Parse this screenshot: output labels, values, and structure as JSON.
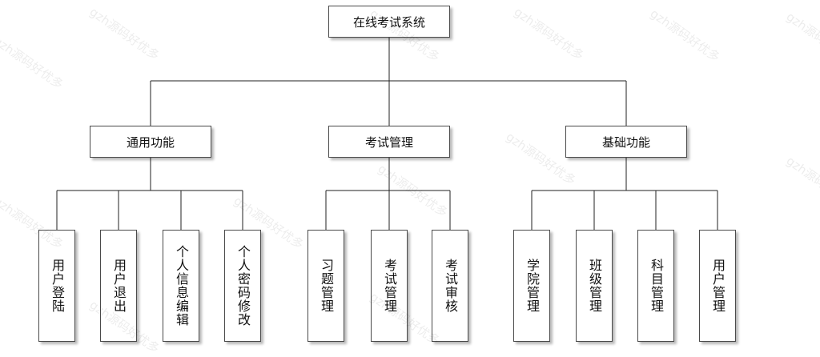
{
  "diagram": {
    "root": "在线考试系统",
    "modules": [
      {
        "label": "通用功能",
        "children": [
          "用户登陆",
          "用户退出",
          "个人信息编辑",
          "个人密码修改"
        ]
      },
      {
        "label": "考试管理",
        "children": [
          "习题管理",
          "考试管理",
          "考试审核"
        ]
      },
      {
        "label": "基础功能",
        "children": [
          "学院管理",
          "班级管理",
          "科目管理",
          "用户管理"
        ]
      }
    ]
  },
  "watermark": "gzh源码好优多",
  "colors": {
    "line": "#222222",
    "border": "#4a4a4a",
    "text": "#111111",
    "background": "#ffffff"
  }
}
